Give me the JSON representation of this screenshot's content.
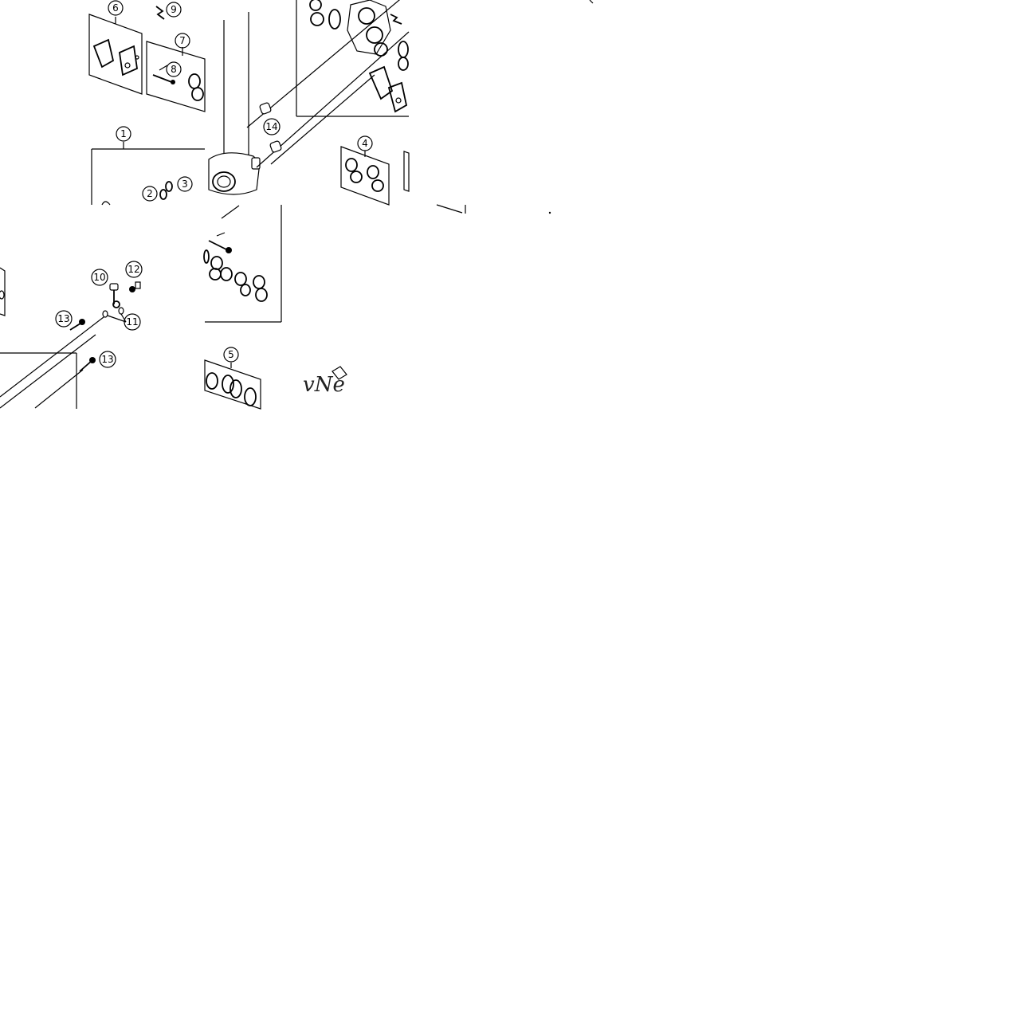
{
  "diagram": {
    "callouts": {
      "c1": "1",
      "c2": "2",
      "c3": "3",
      "c4": "4",
      "c5": "5",
      "c6": "6",
      "c7": "7",
      "c8": "8",
      "c9": "9",
      "c10": "10",
      "c11": "11",
      "c12": "12",
      "c13a": "13",
      "c13b": "13",
      "c14": "14"
    },
    "watermark": "vNe"
  },
  "colors": {
    "ink": "#000000",
    "paper": "#ffffff"
  }
}
